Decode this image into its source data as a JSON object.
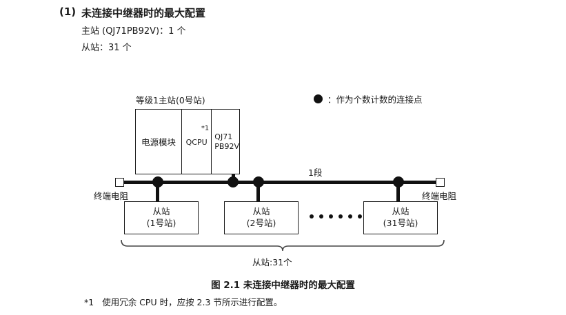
{
  "heading": {
    "number": "(1)",
    "title": "未连接中继器时的最大配置",
    "spec_master": "主站 (QJ71PB92V)：1 个",
    "spec_slave": "从站：31 个"
  },
  "legend": {
    "symbol": "●",
    "text": "：作为个数计数的连接点"
  },
  "diagram": {
    "master_caption": "等级1主站(0号站)",
    "master_modules": {
      "power": "电源模块",
      "cpu": "QCPU",
      "cpu_footnote_mark": "*1",
      "network_line1": "QJ71",
      "network_line2": "PB92V"
    },
    "segment_label": "1段",
    "terminator_left": "终端电阻",
    "terminator_right": "终端电阻",
    "slaves": [
      {
        "name": "从站",
        "station": "(1号站)"
      },
      {
        "name": "从站",
        "station": "(2号站)"
      },
      {
        "name": "从站",
        "station": "(31号站)"
      }
    ],
    "ellipsis_count": 6,
    "brace_label": "从站:31个"
  },
  "figure": {
    "caption": "图 2.1  未连接中继器时的最大配置"
  },
  "footnote": {
    "mark": "*1",
    "text": "使用冗余 CPU 时，应按 2.3 节所示进行配置。"
  },
  "colors": {
    "ink": "#1a1a1a",
    "line": "#111111",
    "background": "#ffffff"
  }
}
